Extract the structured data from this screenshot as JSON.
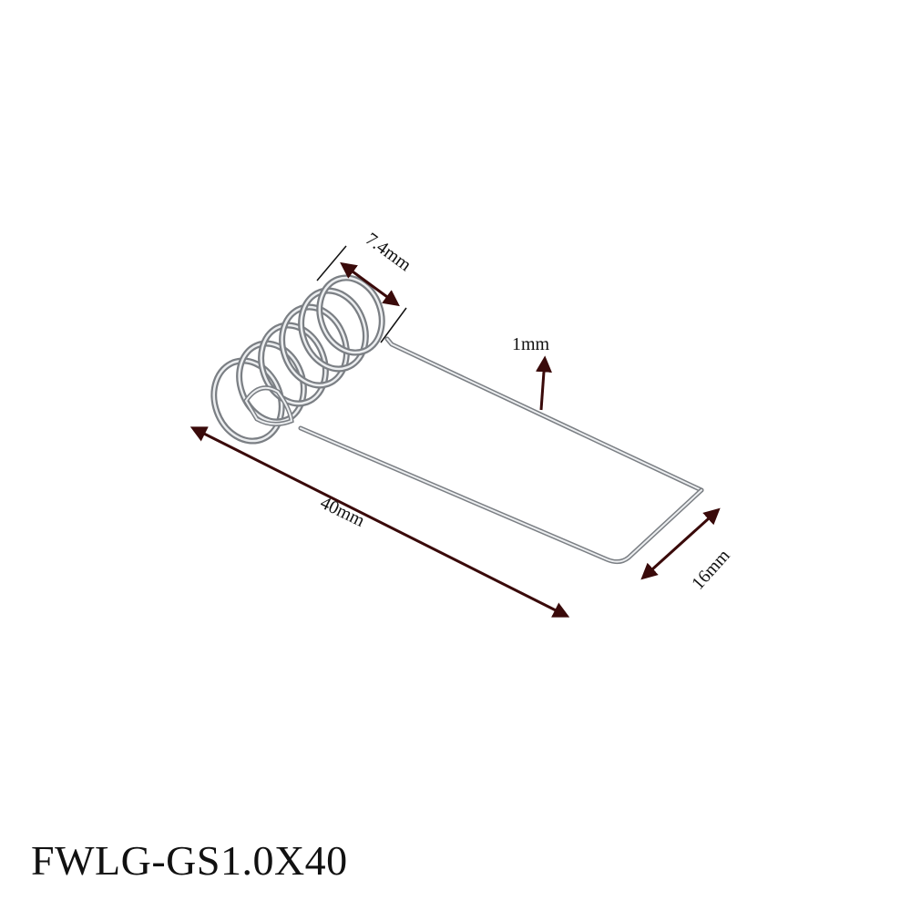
{
  "product": {
    "model_code": "FWLG-GS1.0X40",
    "image_icon": "spring-contact-icon"
  },
  "dimensions": {
    "coil_diameter": "7.4mm",
    "wire_diameter": "1mm",
    "length": "40mm",
    "width": "16mm"
  },
  "colors": {
    "arrow": "#3a0a0a",
    "wire_dark": "#7b7f84",
    "wire_light": "#e6e8ea",
    "text": "#111111"
  }
}
